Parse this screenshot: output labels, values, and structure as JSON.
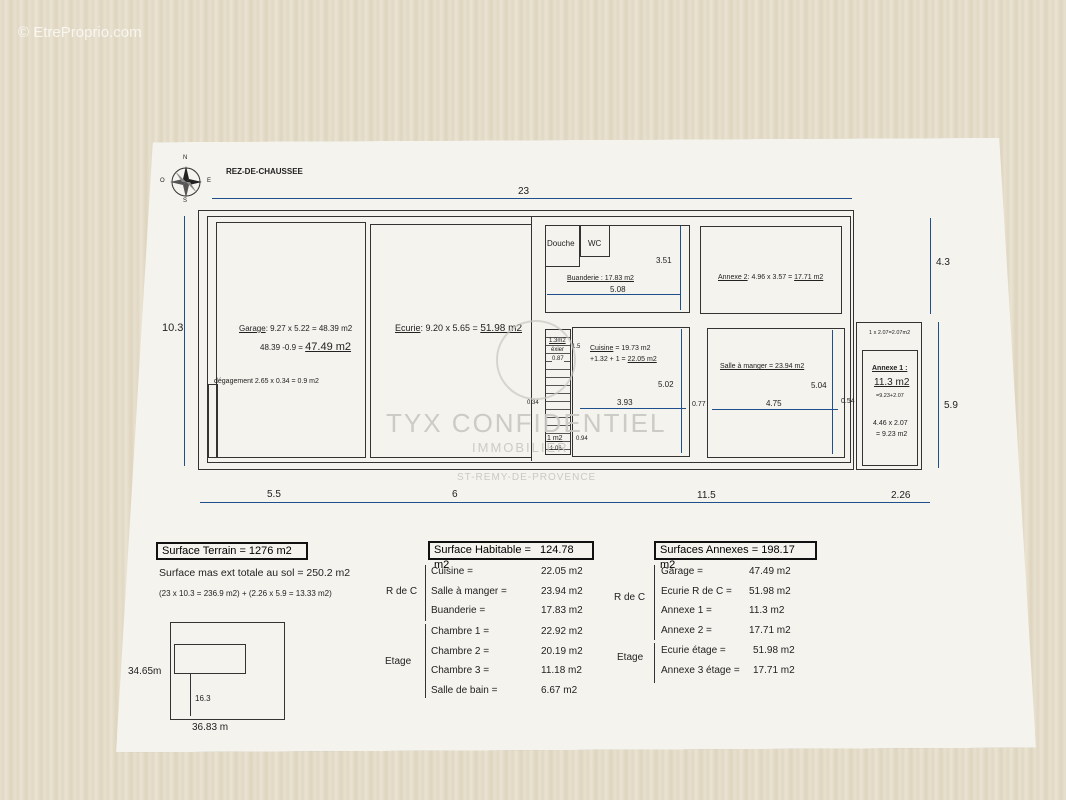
{
  "watermark_top": "© EtreProprio.com",
  "plan": {
    "title": "REZ-DE-CHAUSSEE",
    "compass": [
      "N",
      "E",
      "S",
      "O"
    ],
    "dim_total": "23",
    "dim_height": "10.3",
    "dim_right_top": "4.3",
    "dim_right_bottom": "5.9",
    "dims_bottom": [
      "5.5",
      "6",
      "11.5",
      "2.26"
    ],
    "garage_line1_label": "Garage",
    "garage_line1_rest": ": 9.27 x 5.22 = 48.39 m2",
    "garage_line2_rest": "48.39  -0.9 = ",
    "garage_line2_value": "47.49 m2",
    "degagement": "dégagement 2.65 x 0.34 = 0.9 m2",
    "ecurie_label": "Ecurie",
    "ecurie_rest": ": 9.20 x 5.65 = ",
    "ecurie_value": "51.98 m2",
    "douche": "Douche",
    "wc": "WC",
    "buanderie": "Buanderie : 17.83 m2",
    "dim_351": "3.51",
    "dim_508": "5.08",
    "annexe2_label": "Annexe 2",
    "annexe2_rest": ": 4.96 x 3.57 = ",
    "annexe2_value": "17.71 m2",
    "stair_area": "1.3m2",
    "stair_label": "éxier",
    "stair_087": "0.87",
    "stair_15": "1.5",
    "cuisine_label": "Cuisine",
    "cuisine_rest": "= 19.73 m2",
    "cuisine_line2": "+1.32 + 1 = ",
    "cuisine_value": "22.05 m2",
    "dim_502": "5.02",
    "dim_393": "3.93",
    "dim_034": "0.34",
    "dim_077": "0.77",
    "dim_1m2": "1 m2",
    "dim_094": "0.94",
    "dim_106": "1.06",
    "salle_manger": "Salle à manger = 23.94 m2",
    "dim_504": "5.04",
    "dim_475": "4.75",
    "dim_054": "0.54",
    "annexe1_top": "1 x 2.07=2.07m2",
    "annexe1_label": "Annexe 1 :",
    "annexe1_value": "11.3 m2",
    "annexe1_line": "=9.23+2.07",
    "annexe1_calc1": "4.46 x 2.07",
    "annexe1_calc2": "= 9.23 m2",
    "brand": "TYX CONFIDENTIEL",
    "brand_sub": "IMMOBILIER",
    "brand_city": "ST-REMY-DE-PROVENCE"
  },
  "terrain": {
    "title": "Surface Terrain = 1276 m2",
    "mas": "Surface mas ext  totale au sol = 250.2 m2",
    "calc": "(23 x 10.3 = 236.9 m2)  + (2.26 x 5.9  = 13.33 m2)",
    "side_left": "34.65m",
    "inner": "16.3",
    "bottom": "36.83 m"
  },
  "habitable": {
    "title": "Surface Habitable =",
    "title_value": "124.78   m2",
    "group1": "R de C",
    "group2": "Etage",
    "rows1": [
      {
        "label": "Cuisine =",
        "value": "22.05 m2"
      },
      {
        "label": "Salle à manger =",
        "value": "23.94 m2"
      },
      {
        "label": "Buanderie =",
        "value": "17.83 m2"
      }
    ],
    "rows2": [
      {
        "label": "Chambre 1 =",
        "value": "22.92 m2"
      },
      {
        "label": "Chambre 2 =",
        "value": "20.19 m2"
      },
      {
        "label": "Chambre 3 =",
        "value": "11.18 m2"
      },
      {
        "label": "Salle de bain =",
        "value": "6.67 m2"
      }
    ]
  },
  "annexes": {
    "title": "Surfaces Annexes = 198.17 m2",
    "group1": "R de C",
    "group2": "Etage",
    "rows1": [
      {
        "label": "Garage =",
        "value": "47.49 m2"
      },
      {
        "label": "Ecurie R de C =",
        "value": "51.98 m2"
      },
      {
        "label": "Annexe 1 =",
        "value": "11.3 m2"
      },
      {
        "label": "Annexe 2 =",
        "value": "17.71 m2"
      }
    ],
    "rows2": [
      {
        "label": "Ecurie étage =",
        "value": "51.98 m2"
      },
      {
        "label": "Annexe 3 étage =",
        "value": "17.71 m2"
      }
    ]
  }
}
